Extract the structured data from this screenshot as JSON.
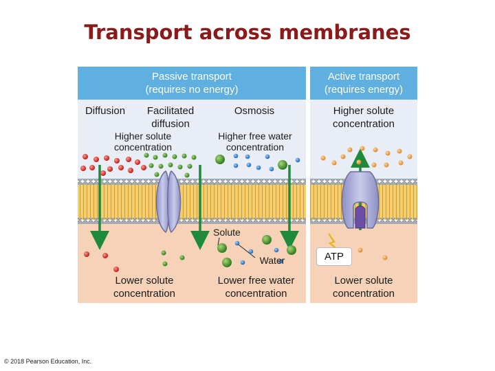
{
  "title": "Transport across membranes",
  "passive_header": "Passive transport\n(requires no energy)",
  "active_header": "Active transport\n(requires energy)",
  "labels": {
    "diffusion": "Diffusion",
    "facilitated": "Facilitated\ndiffusion",
    "osmosis": "Osmosis",
    "higher_solute_left": "Higher solute\nconcentration",
    "higher_free_water": "Higher free water\nconcentration",
    "higher_solute_right": "Higher solute\nconcentration",
    "solute": "Solute",
    "water": "Water",
    "atp": "ATP",
    "lower_solute_left": "Lower solute\nconcentration",
    "lower_free_water": "Lower free water\nconcentration",
    "lower_solute_right": "Lower solute\nconcentration"
  },
  "copyright": "© 2018 Pearson Education, Inc.",
  "colors": {
    "title": "#8b1a1a",
    "header_bg": "#5fb0e0",
    "extracellular": "#e9eef6",
    "intracellular": "#f6d3b8",
    "lipid_tail": "#e6b34a",
    "lipid_head": "#9aa4ad",
    "arrow": "#1f8a3c",
    "red_solute": "#d7262a",
    "green_solute": "#3f8f2a",
    "blue_water": "#2f7fd4",
    "orange_solute": "#e8a04a"
  }
}
